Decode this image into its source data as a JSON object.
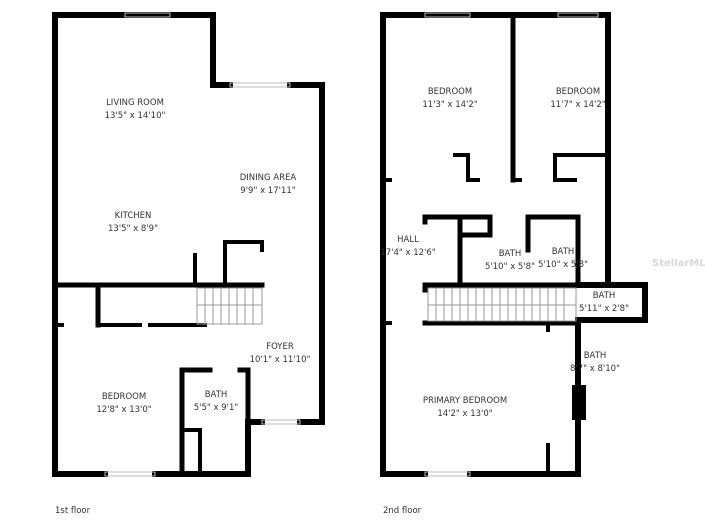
{
  "floors": [
    {
      "label": "1st floor",
      "rooms": [
        {
          "name": "LIVING ROOM",
          "size": "13'5\" x 14'10\""
        },
        {
          "name": "DINING AREA",
          "size": "9'9\" x 17'11\""
        },
        {
          "name": "KITCHEN",
          "size": "13'5\" x 8'9\""
        },
        {
          "name": "FOYER",
          "size": "10'1\" x 11'10\""
        },
        {
          "name": "BEDROOM",
          "size": "12'8\" x 13'0\""
        },
        {
          "name": "BATH",
          "size": "5'5\" x 9'1\""
        }
      ]
    },
    {
      "label": "2nd floor",
      "rooms": [
        {
          "name": "BEDROOM",
          "size": "11'3\" x 14'2\""
        },
        {
          "name": "BEDROOM",
          "size": "11'7\" x 14'2\""
        },
        {
          "name": "HALL",
          "size": "17'4\" x 12'6\""
        },
        {
          "name": "BATH",
          "size": "5'10\" x 5'8\""
        },
        {
          "name": "BATH",
          "size": "5'10\" x 5'8\""
        },
        {
          "name": "BATH",
          "size": "5'11\" x 2'8\""
        },
        {
          "name": "BATH",
          "size": "8'7\" x 8'10\""
        },
        {
          "name": "PRIMARY BEDROOM",
          "size": "14'2\" x 13'0\""
        }
      ]
    }
  ],
  "watermark": "StellarMLS",
  "colors": {
    "wall": "#000000",
    "text": "#333333"
  }
}
